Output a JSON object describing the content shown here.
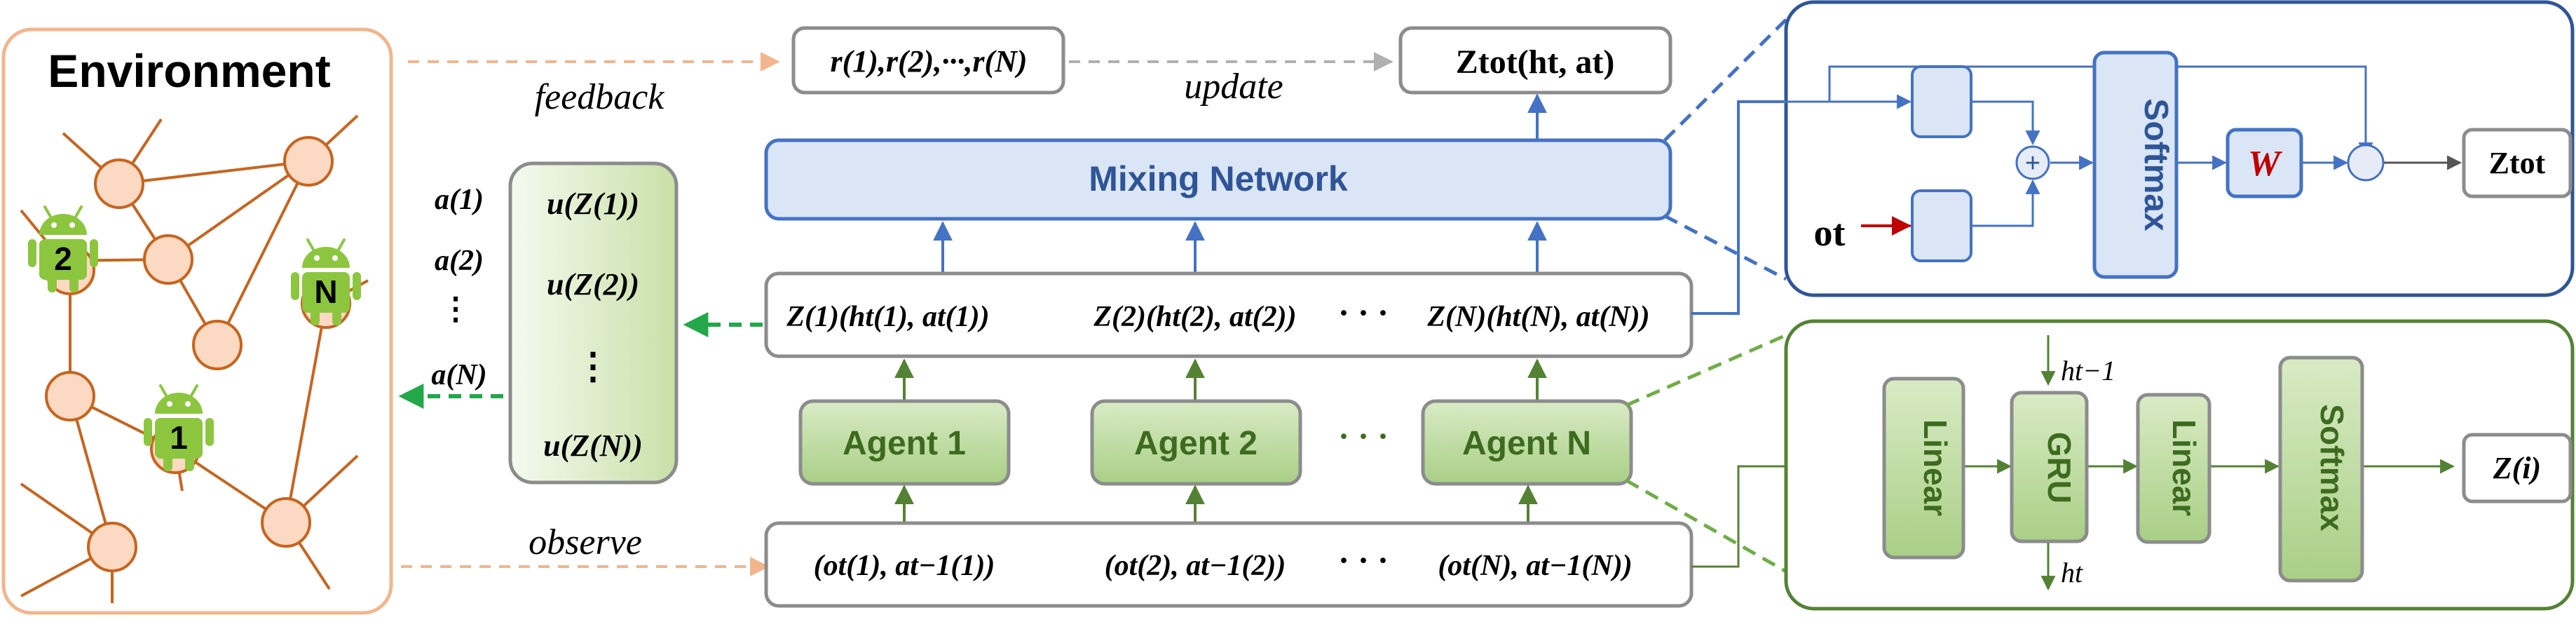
{
  "environment": {
    "title": "Environment",
    "agent_ids": [
      "2",
      "N",
      "1"
    ]
  },
  "flow_labels": {
    "feedback": "feedback",
    "observe": "observe",
    "update": "update"
  },
  "rewards_box": {
    "label": "r(1),r(2),···,r(N)"
  },
  "ztot_box": {
    "label": "Ztot(ht, at)"
  },
  "mixing_network": {
    "label": "Mixing Network"
  },
  "action_labels": [
    "a(1)",
    "a(2)",
    "⋮",
    "a(N)"
  ],
  "utility_box": {
    "items": [
      "u(Z(1))",
      "u(Z(2))",
      "⋮",
      "u(Z(N))"
    ]
  },
  "z_row": {
    "items": [
      "Z(1)(ht(1), at(1))",
      "Z(2)(ht(2), at(2))",
      "Z(N)(ht(N), at(N))"
    ],
    "ellipsis": "· · ·"
  },
  "agents": {
    "items": [
      "Agent 1",
      "Agent 2",
      "Agent N"
    ],
    "ellipsis": "· · ·"
  },
  "obs_row": {
    "items": [
      "(ot(1), at−1(1))",
      "(ot(2), at−1(2))",
      "(ot(N), at−1(N))"
    ],
    "ellipsis": "· · ·"
  },
  "mixing_detail": {
    "input_label": "ot",
    "softmax": "Softmax",
    "weight": "W",
    "output": "Ztot",
    "plus": "+"
  },
  "agent_detail": {
    "layers": [
      "Linear",
      "GRU",
      "Linear",
      "Softmax"
    ],
    "h_prev": "ht−1",
    "h_next": "ht",
    "output": "Z(i)"
  },
  "colors": {
    "env_border": "#f2b58c",
    "node_fill": "#fbd9c2",
    "node_stroke": "#c8641e",
    "edge": "#c8641e",
    "blue_dark": "#2f5597",
    "blue_fill": "#dae6f6",
    "blue_arrow": "#4472c4",
    "green_dark": "#548235",
    "green_fill": "#c7dfae",
    "green_dash": "#70ad47",
    "green_arrow_dash": "#22a84a",
    "gray_border": "#8c8c8c",
    "red": "#c00000",
    "text": "#000000",
    "android": "#8cc63f"
  }
}
